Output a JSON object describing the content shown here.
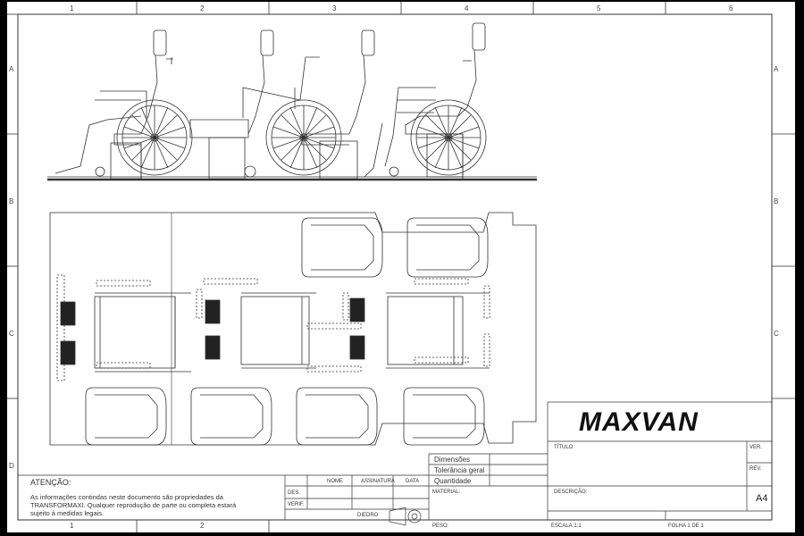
{
  "border": {
    "top_zones": [
      "1",
      "2",
      "3",
      "4",
      "5",
      "6"
    ],
    "bottom_zones": [
      "1",
      "2"
    ],
    "side_zones": [
      "A",
      "B",
      "C",
      "D"
    ]
  },
  "logo": {
    "text": "MAXVAN"
  },
  "title_block": {
    "attention_label": "ATENÇÃO:",
    "attention_text_1": "As informações contindas neste documento são propriedades da",
    "attention_text_2": "TRANSFORMAXI. Qualquer reprodução de parte ou completa estará",
    "attention_text_3": "sujeito à medidas legais.",
    "col_nome": "NOME",
    "col_assinatura": "ASSINATURA",
    "col_data": "DATA",
    "row_des": "DES.",
    "row_verif": "VERIF.",
    "diedro": "DIEDRO",
    "dimensoes": "Dimensões",
    "tolerancia": "Tolerância geral",
    "quantidade": "Quantidade",
    "material": "MATERIAL:",
    "peso": "PESO:",
    "titulo": "TÍTULO:",
    "ver": "VER.",
    "rev": "REV.",
    "descricao": "DESCRIÇÃO:",
    "sheet_size": "A4",
    "escala": "ESCALA:1:1",
    "folha": "FOLHA 1 DE 1"
  }
}
